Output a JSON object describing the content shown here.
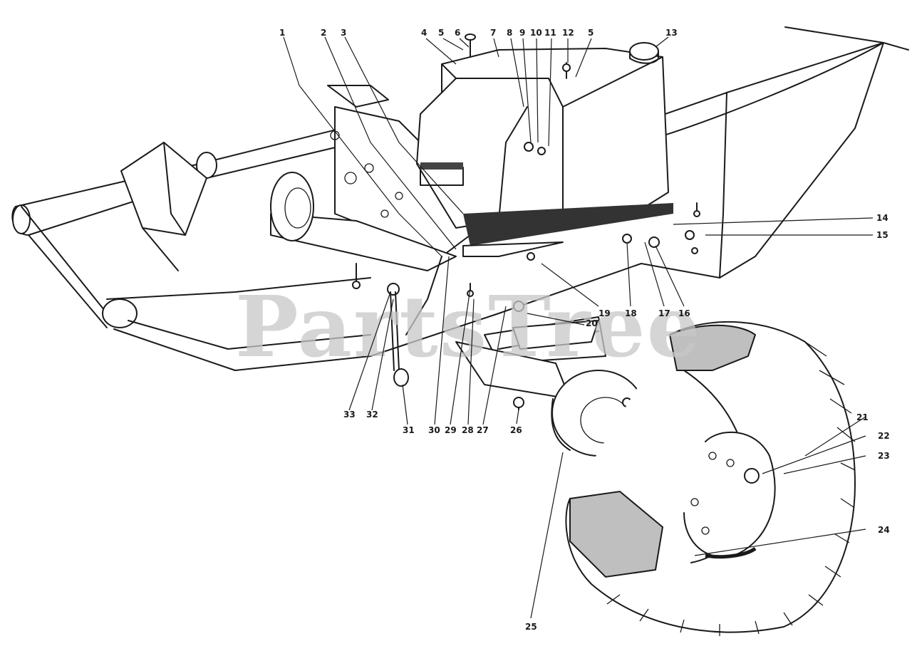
{
  "watermark": "PartsTree",
  "callouts": {
    "c1": "1",
    "c2": "2",
    "c3": "3",
    "c4": "4",
    "c5a": "5",
    "c6": "6",
    "c7": "7",
    "c8": "8",
    "c9": "9",
    "c10": "10",
    "c11": "11",
    "c12": "12",
    "c5b": "5",
    "c13": "13",
    "c14": "14",
    "c15": "15",
    "c16": "16",
    "c17": "17",
    "c18": "18",
    "c19": "19",
    "c20": "20",
    "c21": "21",
    "c22": "22",
    "c23": "23",
    "c24": "24",
    "c25": "25",
    "c26": "26",
    "c27": "27",
    "c28": "28",
    "c29": "29",
    "c30": "30",
    "c31": "31",
    "c32": "32",
    "c33": "33"
  },
  "colors": {
    "ink": "#1a1a1a",
    "watermark": "#c8c8c8",
    "background": "#ffffff"
  }
}
